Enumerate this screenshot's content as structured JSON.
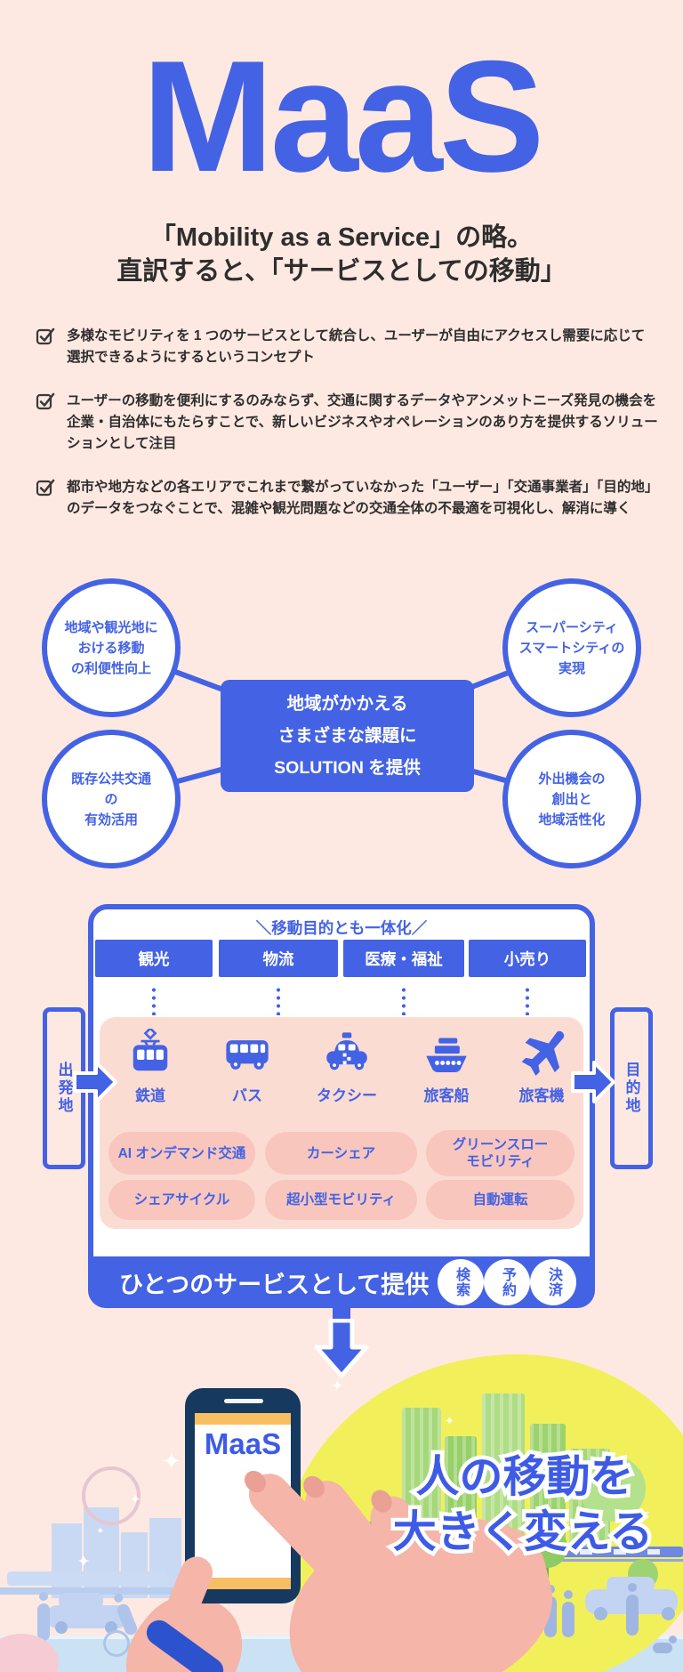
{
  "header": {
    "title": "MaaS",
    "subtitle_line1": "「Mobility as a Service」の略。",
    "subtitle_line2": "直訳すると、「サービスとしての移動」"
  },
  "bullets": [
    {
      "text": "多様なモビリティを 1 つのサービスとして統合し、ユーザーが自由にアクセスし需要に応じて選択できるようにするというコンセプト"
    },
    {
      "text": "ユーザーの移動を便利にするのみならず、交通に関するデータやアンメットニーズ発見の機会を企業・自治体にもたらすことで、新しいビジネスやオペレーションのあり方を提供するソリューションとして注目"
    },
    {
      "text": "都市や地方などの各エリアでこれまで繋がっていなかった「ユーザー」「交通事業者」「目的地」のデータをつなぐことで、混雑や観光問題などの交通全体の不最適を可視化し、解消に導く"
    }
  ],
  "solution_diagram": {
    "center": {
      "line1": "地域がかかえる",
      "line2": "さまざまな課題に",
      "line3": "SOLUTION を提供"
    },
    "circle_top_left": {
      "line1": "地域や観光地に",
      "line2": "おける移動",
      "line3": "の利便性向上"
    },
    "circle_bottom_left": {
      "line1": "既存公共交通",
      "line2": "の",
      "line3": "有効活用"
    },
    "circle_top_right": {
      "line1": "スーパーシティ",
      "line2": "スマートシティの",
      "line3": "実現"
    },
    "circle_bottom_right": {
      "line1": "外出機会の",
      "line2": "創出と",
      "line3": "地域活性化"
    }
  },
  "service_diagram": {
    "header": "＼移動目的とも一体化／",
    "tabs": [
      {
        "label": "観光"
      },
      {
        "label": "物流"
      },
      {
        "label": "医療・福祉"
      },
      {
        "label": "小売り"
      }
    ],
    "origin_label": "出発地",
    "destination_label": "目的地",
    "transports": [
      {
        "label": "鉄道"
      },
      {
        "label": "バス"
      },
      {
        "label": "タクシー"
      },
      {
        "label": "旅客船"
      },
      {
        "label": "旅客機"
      }
    ],
    "pills": [
      {
        "l1": "AI オンデマンド交通"
      },
      {
        "l1": "カーシェア"
      },
      {
        "l1": "グリーンスロー",
        "l2": "モビリティ"
      },
      {
        "l1": "シェアサイクル"
      },
      {
        "l1": "超小型モビリティ"
      },
      {
        "l1": "自動運転"
      }
    ],
    "footer": {
      "label": "ひとつのサービスとして提供",
      "badges": [
        {
          "label": "検索"
        },
        {
          "label": "予約"
        },
        {
          "label": "決済"
        }
      ]
    }
  },
  "bottom": {
    "phone_label": "MaaS",
    "slogan_line1": "人の移動を",
    "slogan_line2": "大きく変える"
  },
  "colors": {
    "primary_blue": "#4462E4",
    "background_peach": "#FDE9E1",
    "panel_pink": "#FBDCD2",
    "pill_pink": "#F8C6BD",
    "text_dark": "#2E2E2E",
    "yellow_blob": "#F1F05A",
    "city_green": "#9CD36E",
    "silhouette_blue": "#C9D9F3",
    "phone_navy": "#16395F",
    "phone_orange": "#F7BE62",
    "skin": "#F5B5A8"
  }
}
